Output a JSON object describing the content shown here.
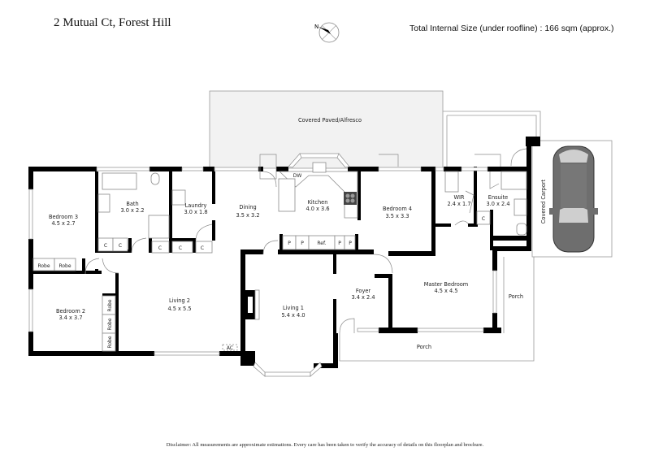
{
  "header": {
    "address": "2 Mutual Ct, Forest Hill",
    "total_size": "Total Internal Size (under roofline) :  166 sqm (approx.)",
    "compass_label": "N"
  },
  "areas": {
    "alfresco": "Covered  Paved/Alfresco",
    "carport": "Covered Carport",
    "porch_front": "Porch",
    "porch_side": "Porch"
  },
  "rooms": [
    {
      "name": "Bedroom 3",
      "size": "4.5 x 2.7"
    },
    {
      "name": "Bath",
      "size": "3.0 x 2.2"
    },
    {
      "name": "Laundry",
      "size": "3.0 x 1.8"
    },
    {
      "name": "Dining",
      "size": "3.5 x 3.2"
    },
    {
      "name": "Kitchen",
      "size": "4.0 x 3.6"
    },
    {
      "name": "Bedroom 4",
      "size": "3.5 x 3.3"
    },
    {
      "name": "WIR",
      "size": "2.4 x 1.7"
    },
    {
      "name": "Ensuite",
      "size": "3.0 x 2.4"
    },
    {
      "name": "Bedroom 2",
      "size": "3.4 x 3.7"
    },
    {
      "name": "Living 2",
      "size": "4.5 x 5.5"
    },
    {
      "name": "Living 1",
      "size": "5.4 x 4.0"
    },
    {
      "name": "Foyer",
      "size": "3.4 x 2.4"
    },
    {
      "name": "Master Bedroom",
      "size": "4.5 x 4.5"
    }
  ],
  "fixtures": {
    "cupboard": "C",
    "pantry": "P",
    "fridge": "Ref.",
    "dishwasher": "DW",
    "robe": "Robe",
    "aircon": "AC"
  },
  "footer": {
    "disclaimer": "Disclaimer: All measurements are approximate estimations. Every care has been taken to verify the accuracy of details on this floorplan and brochure."
  }
}
